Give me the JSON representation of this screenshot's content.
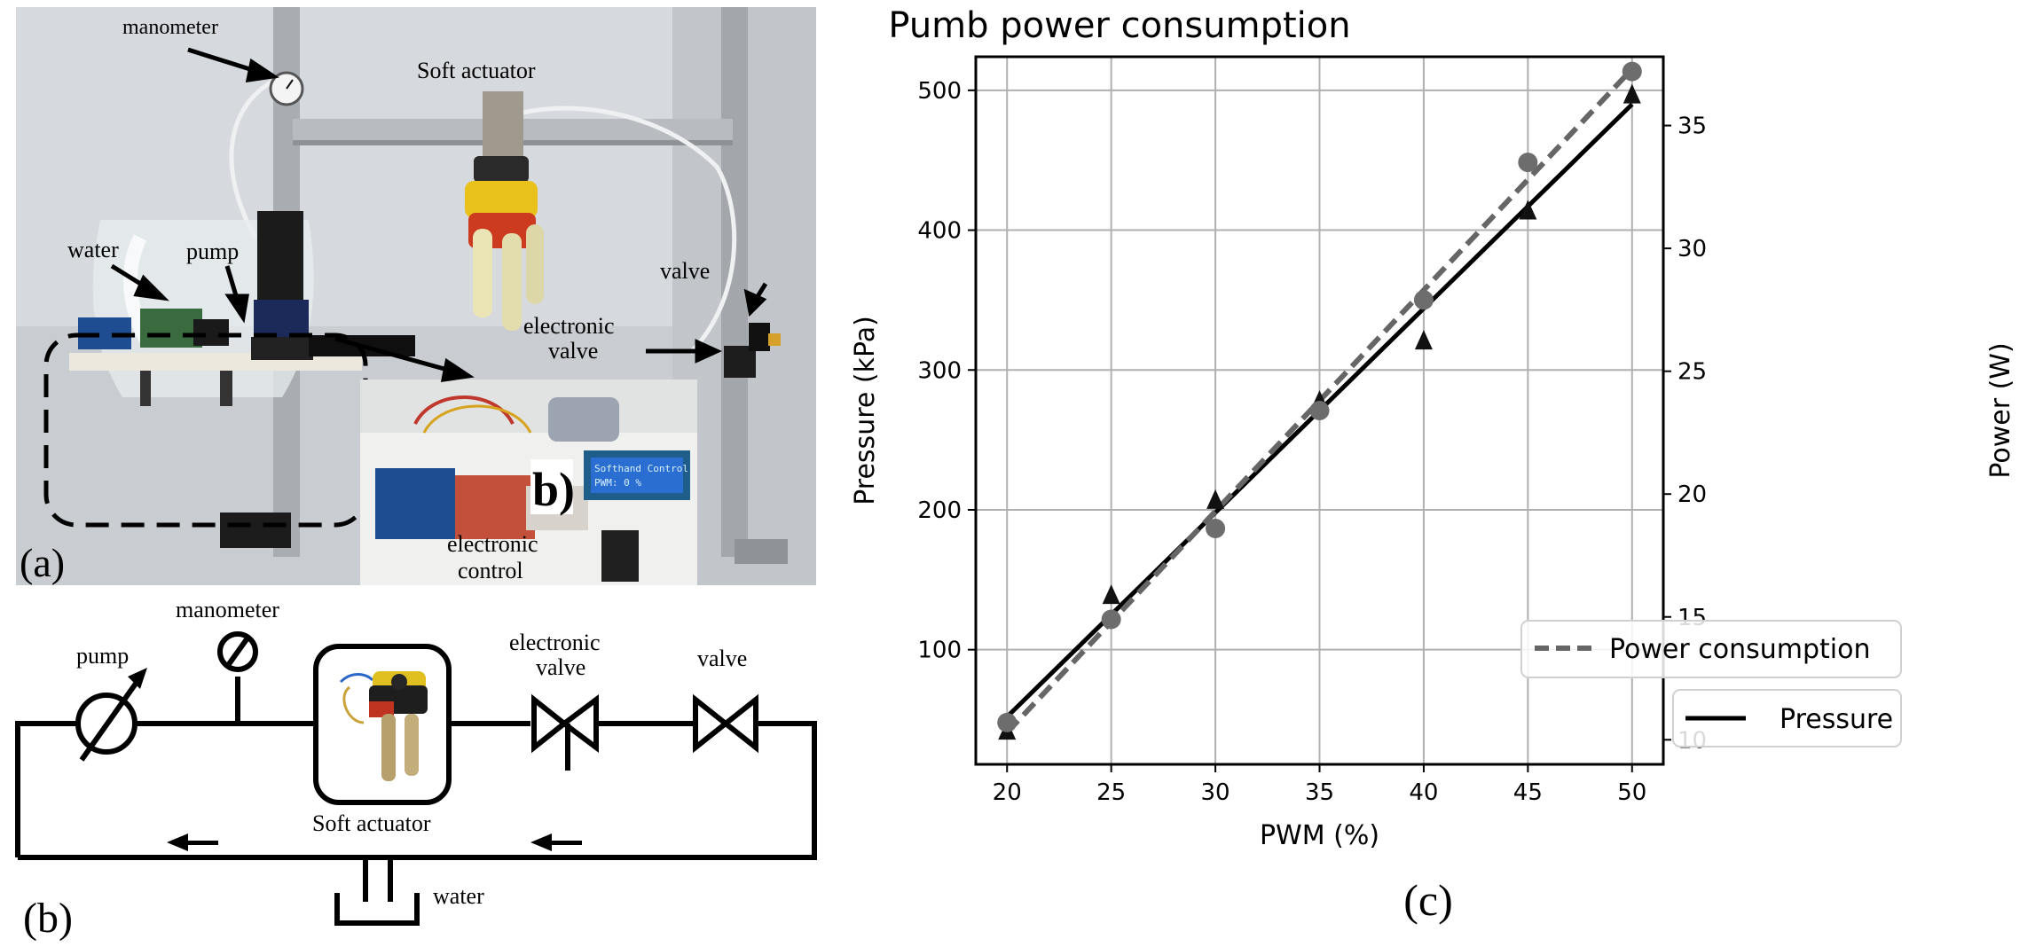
{
  "panels": {
    "a": {
      "label": "(a)",
      "annotations": {
        "manometer": "manometer",
        "soft_actuator": "Soft actuator",
        "water": "water",
        "pump": "pump",
        "valve": "valve",
        "electronic_valve_line1": "electronic",
        "electronic_valve_line2": "valve",
        "electronic_control_line1": "electronic",
        "electronic_control_line2": "control"
      },
      "lcd_line1": "Softhand Control",
      "lcd_line2": "PWM: 0 %",
      "inset_label": "b)"
    },
    "b": {
      "label": "(b)",
      "labels": {
        "pump": "pump",
        "manometer": "manometer",
        "electronic_valve_line1": "electronic",
        "electronic_valve_line2": "valve",
        "valve": "valve",
        "soft_actuator": "Soft actuator",
        "water": "water"
      }
    },
    "c": {
      "label": "(c)"
    }
  },
  "chart_data": {
    "type": "line",
    "title": "Pumb power consumption",
    "xlabel": "PWM (%)",
    "ylabel_left": "Pressure (kPa)",
    "ylabel_right": "Power (W)",
    "xlim": [
      18.5,
      51.5
    ],
    "ylim_left": [
      18,
      524
    ],
    "ylim_right": [
      9.0,
      37.8
    ],
    "xticks": [
      20,
      25,
      30,
      35,
      40,
      45,
      50
    ],
    "yticks_left": [
      100,
      200,
      300,
      400,
      500
    ],
    "yticks_right": [
      10,
      15,
      20,
      25,
      30,
      35
    ],
    "grid": true,
    "series": [
      {
        "name": "Pressure",
        "axis": "left",
        "style": "solid",
        "color": "#000000",
        "marker": "triangle",
        "x": [
          20,
          25,
          30,
          35,
          40,
          45,
          50
        ],
        "y": [
          42,
          139,
          207,
          278,
          321,
          414,
          497
        ],
        "fit_endpoints": [
          [
            20,
            52
          ],
          [
            50,
            490
          ]
        ]
      },
      {
        "name": "Power consumption",
        "axis": "right",
        "style": "dashed",
        "color": "#666666",
        "marker": "circle",
        "x": [
          20,
          25,
          30,
          35,
          40,
          45,
          50
        ],
        "y": [
          10.7,
          14.9,
          18.6,
          23.4,
          27.9,
          33.5,
          37.2
        ],
        "fit_endpoints": [
          [
            20,
            10.3
          ],
          [
            50,
            37.3
          ]
        ]
      }
    ],
    "legends": [
      "Power consumption",
      "Pressure"
    ]
  }
}
